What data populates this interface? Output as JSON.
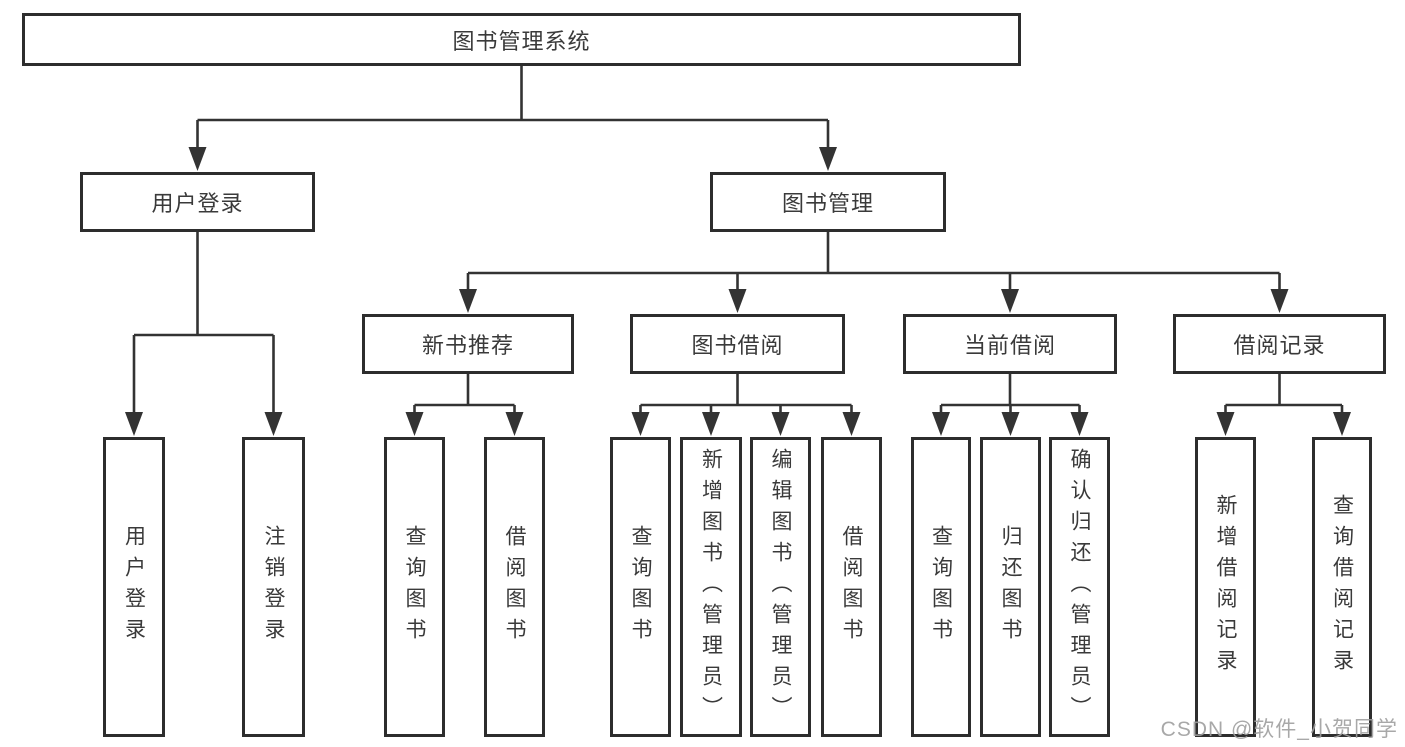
{
  "diagram": {
    "root": {
      "label": "图书管理系统"
    },
    "branches": [
      {
        "label": "用户登录",
        "children": [
          {
            "label": "用户登录"
          },
          {
            "label": "注销登录"
          }
        ]
      },
      {
        "label": "图书管理",
        "children": [
          {
            "label": "新书推荐",
            "children": [
              {
                "label": "查询图书"
              },
              {
                "label": "借阅图书"
              }
            ]
          },
          {
            "label": "图书借阅",
            "children": [
              {
                "label": "查询图书"
              },
              {
                "label": "新增图书（管理员）"
              },
              {
                "label": "编辑图书（管理员）"
              },
              {
                "label": "借阅图书"
              }
            ]
          },
          {
            "label": "当前借阅",
            "children": [
              {
                "label": "查询图书"
              },
              {
                "label": "归还图书"
              },
              {
                "label": "确认归还（管理员）"
              }
            ]
          },
          {
            "label": "借阅记录",
            "children": [
              {
                "label": "新增借阅记录"
              },
              {
                "label": "查询借阅记录"
              }
            ]
          }
        ]
      }
    ]
  },
  "watermark": "CSDN @软件_小贺同学",
  "colors": {
    "line": "#333333",
    "border": "#2d2d2d",
    "text": "#3a3a3a",
    "watermark": "#9e9e9e"
  }
}
